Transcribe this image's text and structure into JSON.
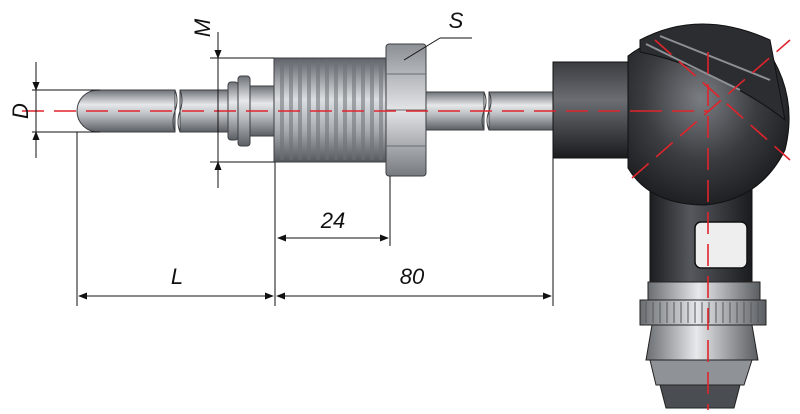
{
  "labels": {
    "d": "D",
    "m": "M",
    "s": "S",
    "thread_len": "24",
    "l": "L",
    "len80": "80"
  },
  "colors": {
    "axis": "#e0242b",
    "line": "#111111",
    "metal_light": "#d8dadd",
    "metal_dark": "#6f7378",
    "head_dark": "#1e1f22",
    "head_mid": "#55585c"
  }
}
